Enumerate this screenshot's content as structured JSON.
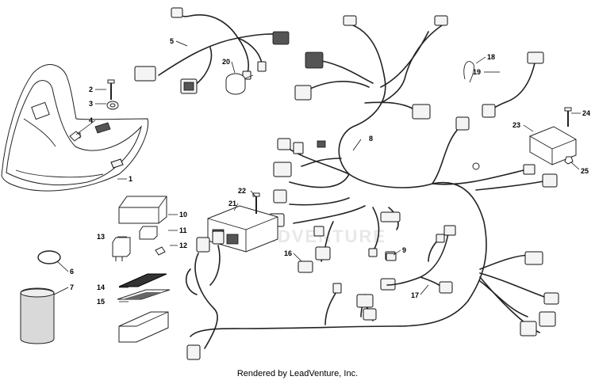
{
  "footer_text": "Rendered by LeadVenture, Inc.",
  "watermark_text": "LEADVENTURE",
  "callouts": [
    "1",
    "2",
    "3",
    "4",
    "5",
    "6",
    "7",
    "8",
    "9",
    "10",
    "11",
    "12",
    "13",
    "14",
    "15",
    "16",
    "17",
    "18",
    "19",
    "20",
    "21",
    "22",
    "23",
    "24",
    "25"
  ]
}
